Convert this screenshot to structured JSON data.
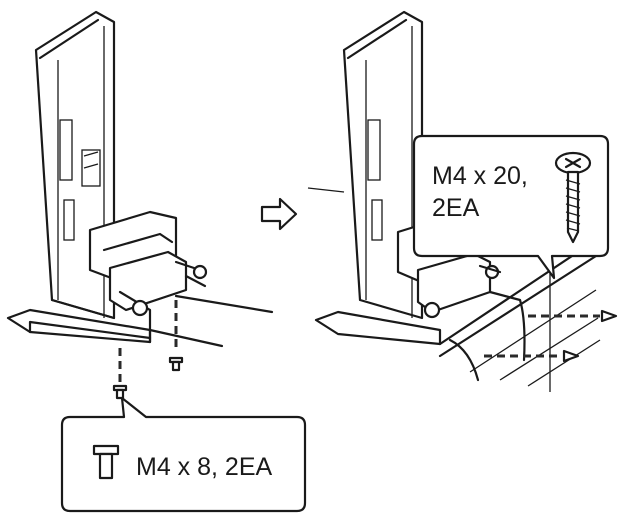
{
  "callouts": {
    "right": {
      "line1": "M4 x 20,",
      "line2": "2EA",
      "icon": "phillips-wood-screw-icon"
    },
    "left": {
      "text": "M4 x 8, 2EA",
      "icon": "flat-head-bolt-icon"
    }
  },
  "arrow": {
    "icon": "hollow-right-arrow-icon"
  }
}
